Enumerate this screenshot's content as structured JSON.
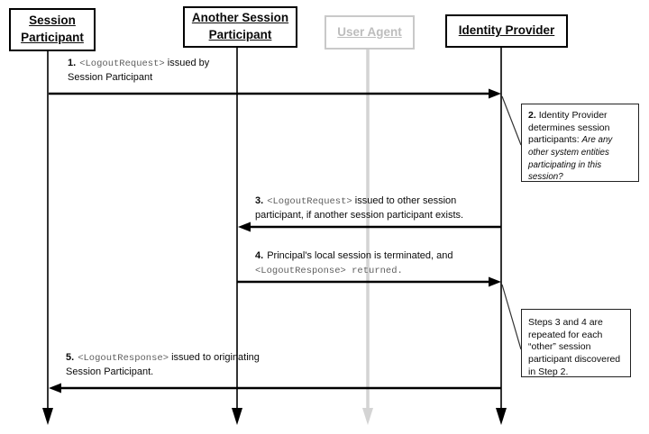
{
  "diagram": {
    "type": "sequence-diagram",
    "topic": "Single logout flow between session participants and an identity provider"
  },
  "actors": [
    {
      "id": "session-participant",
      "label": "Session Participant",
      "style": "active"
    },
    {
      "id": "another-session-participant",
      "label": "Another Session Participant",
      "style": "active"
    },
    {
      "id": "user-agent",
      "label": "User Agent",
      "style": "inactive"
    },
    {
      "id": "identity-provider",
      "label": "Identity Provider",
      "style": "active"
    }
  ],
  "messages": [
    {
      "num": "1.",
      "pre": "",
      "code": "<LogoutRequest>",
      "post": " issued by Session Participant",
      "from": "Session Participant",
      "to": "Identity Provider"
    },
    {
      "num": "3.",
      "pre": "",
      "code": "<LogoutRequest>",
      "post": " issued to other session participant, if another session participant exists.",
      "from": "Identity Provider",
      "to": "Another Session Participant"
    },
    {
      "num": "4.",
      "pre": "Principal's local session is terminated, and",
      "code": " <LogoutResponse> returned.",
      "post": "",
      "from": "Another Session Participant",
      "to": "Identity Provider"
    },
    {
      "num": "5.",
      "pre": "",
      "code": "<LogoutResponse>",
      "post": " issued to originating Session Participant.",
      "from": "Identity Provider",
      "to": "Session Participant"
    }
  ],
  "notes": [
    {
      "num": "2.",
      "text": "Identity Provider determines session participants: ",
      "italic": "Are any other system entities participating in this session?"
    },
    {
      "text": "Steps 3 and 4 are repeated for each “other” session participant discovered in Step 2."
    }
  ],
  "colors": {
    "line": "#000000",
    "inactive_gray": "#c9c9c9",
    "inactive_lifeline": "#d4d4d4",
    "mono_text": "#5f5f5f",
    "background": "#ffffff"
  }
}
